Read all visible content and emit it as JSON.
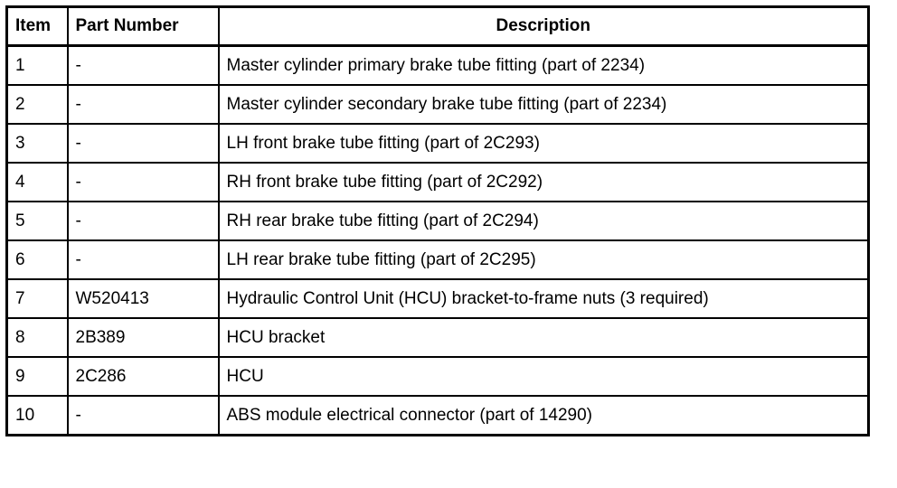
{
  "table": {
    "columns": [
      {
        "key": "item",
        "label": "Item",
        "align": "left"
      },
      {
        "key": "part_number",
        "label": "Part Number",
        "align": "left"
      },
      {
        "key": "description",
        "label": "Description",
        "align": "center"
      }
    ],
    "rows": [
      {
        "item": "1",
        "part_number": "-",
        "description": "Master cylinder primary brake tube fitting (part of 2234)"
      },
      {
        "item": "2",
        "part_number": "-",
        "description": "Master cylinder secondary brake tube fitting (part of 2234)"
      },
      {
        "item": "3",
        "part_number": "-",
        "description": "LH front brake tube fitting (part of 2C293)"
      },
      {
        "item": "4",
        "part_number": "-",
        "description": "RH front brake tube fitting (part of 2C292)"
      },
      {
        "item": "5",
        "part_number": "-",
        "description": "RH rear brake tube fitting (part of 2C294)"
      },
      {
        "item": "6",
        "part_number": "-",
        "description": "LH rear brake tube fitting (part of 2C295)"
      },
      {
        "item": "7",
        "part_number": "W520413",
        "description": "Hydraulic Control Unit (HCU) bracket-to-frame nuts (3 required)"
      },
      {
        "item": "8",
        "part_number": "2B389",
        "description": "HCU bracket"
      },
      {
        "item": "9",
        "part_number": "2C286",
        "description": "HCU"
      },
      {
        "item": "10",
        "part_number": "-",
        "description": "ABS module electrical connector (part of 14290)"
      }
    ]
  },
  "colors": {
    "border": "#000000",
    "text": "#000000",
    "background": "#ffffff"
  }
}
